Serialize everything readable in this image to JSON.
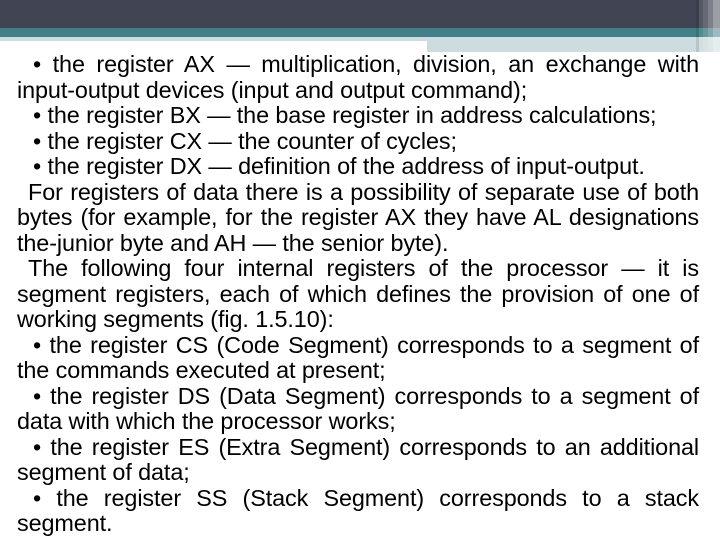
{
  "theme": {
    "navy_band": "#414553",
    "teal_band": "#447e86",
    "light_band": "#cddcde",
    "background": "#ffffff",
    "text_color": "#000000"
  },
  "slide": {
    "paragraphs": [
      {
        "type": "bullet",
        "text": "• the register AX — multiplication, division, an exchange with input-output devices (input and output command);"
      },
      {
        "type": "bullet",
        "text": "• the register BX — the base register in address calculations;"
      },
      {
        "type": "bullet",
        "text": "• the register CX — the counter of cycles;"
      },
      {
        "type": "bullet",
        "text": "• the register DX — definition of the address of input-output."
      },
      {
        "type": "plain",
        "text": "For registers of data there is a possibility of separate use of both bytes (for example, for the register AX they have AL designations the-junior byte and AH — the senior byte)."
      },
      {
        "type": "plain",
        "text": "The following four internal registers of the processor — it is segment registers, each of which defines the provision of one of working segments (fig. 1.5.10):"
      },
      {
        "type": "bullet",
        "text": "• the register CS (Code Segment) corresponds to a segment of the commands executed at present;"
      },
      {
        "type": "bullet",
        "text": "• the register DS (Data Segment) corresponds to a segment of data with which the processor works;"
      },
      {
        "type": "bullet",
        "text": "• the register ES (Extra Segment) corresponds to an additional segment of data;"
      },
      {
        "type": "bullet",
        "text": "• the register SS (Stack Segment) corresponds to a stack segment."
      }
    ]
  }
}
